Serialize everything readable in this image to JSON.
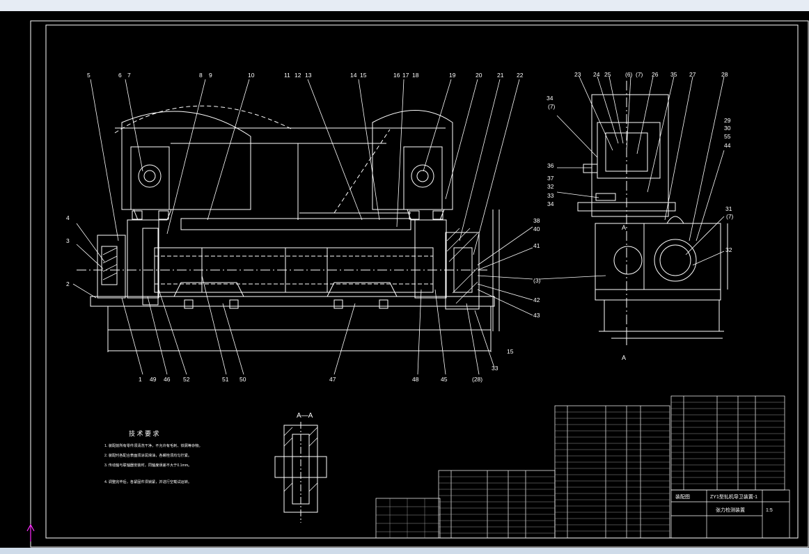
{
  "drawing": {
    "section_label": "A—A",
    "section_mark": "A",
    "section_mark_2": "A",
    "notes_title": "技 术 要 求",
    "notes": [
      "1. 装配前所有零件须清洗干净，不允许有毛刺、铁屑等杂物。",
      "2. 装配时各配合表面须涂润滑油，各螺栓须均匀拧紧。",
      "3. 传动轴与联轴器安装时，同轴度误差不大于0.1mm。",
      "4. 调整完毕后，各紧固件须锁紧，并进行空载试运转。"
    ],
    "callouts_top": [
      "5",
      "6",
      "7",
      "8",
      "9",
      "10",
      "11",
      "12",
      "13",
      "14",
      "15",
      "16",
      "17",
      "18",
      "19",
      "20",
      "21",
      "22"
    ],
    "callouts_bottom": [
      "1",
      "49",
      "46",
      "52",
      "51",
      "50",
      "47",
      "48",
      "45",
      "(28)",
      "33"
    ],
    "callouts_left": [
      "4",
      "3",
      "2"
    ],
    "callouts_right": [
      "38",
      "40",
      "41",
      "(3)",
      "42",
      "43",
      "15"
    ],
    "callouts_side_top": [
      "23",
      "24",
      "25",
      "(6)",
      "(7)",
      "26",
      "35",
      "27",
      "28"
    ],
    "callouts_side_left": [
      "34",
      "(7)",
      "36",
      "37",
      "32",
      "33",
      "34"
    ],
    "callouts_side_right": [
      "29",
      "30",
      "55",
      "44",
      "31",
      "(7)",
      "32"
    ],
    "title_block": {
      "drawing_no": "ZY1型轧机导卫装置-1",
      "name": "张力检测装置",
      "scale": "1:5",
      "material_label": "装配图"
    }
  },
  "ui": {
    "ucs_icon": "ucs-arrow-icon"
  },
  "colors": {
    "background": "#000000",
    "lines": "#ffffff",
    "dim_lines": "#c8c8c8",
    "ucs": "#ff2aff",
    "window_strip": "#dbe5f1"
  }
}
